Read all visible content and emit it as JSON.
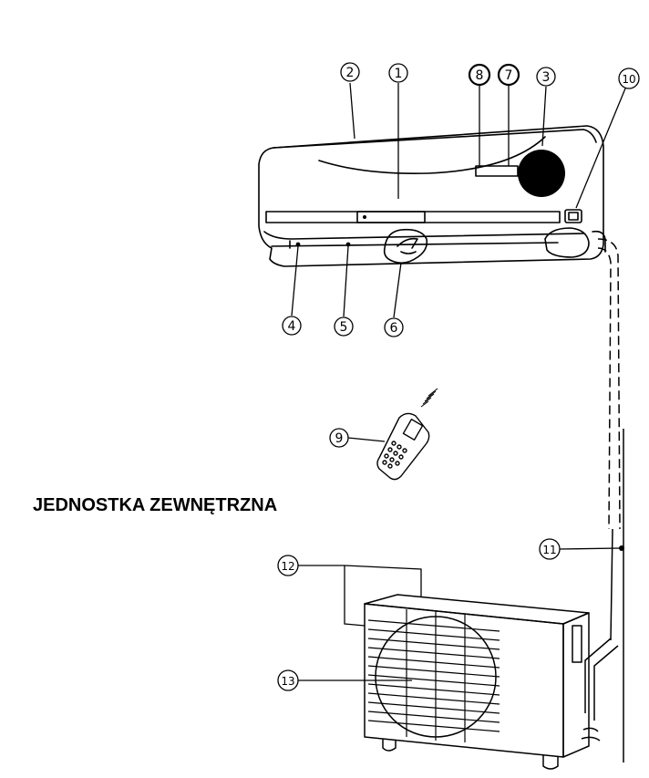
{
  "section_heading": "JEDNOSTKA ZEWNĘTRZNA",
  "callouts": [
    {
      "id": "1",
      "label": "1"
    },
    {
      "id": "2",
      "label": "2"
    },
    {
      "id": "3",
      "label": "3"
    },
    {
      "id": "4",
      "label": "4"
    },
    {
      "id": "5",
      "label": "5"
    },
    {
      "id": "6",
      "label": "6"
    },
    {
      "id": "7",
      "label": "7"
    },
    {
      "id": "8",
      "label": "8"
    },
    {
      "id": "9",
      "label": "9"
    },
    {
      "id": "10",
      "label": "10"
    },
    {
      "id": "11",
      "label": "11"
    },
    {
      "id": "12",
      "label": "12"
    },
    {
      "id": "13",
      "label": "13"
    }
  ],
  "colors": {
    "ink": "#000000",
    "paper": "#ffffff"
  }
}
